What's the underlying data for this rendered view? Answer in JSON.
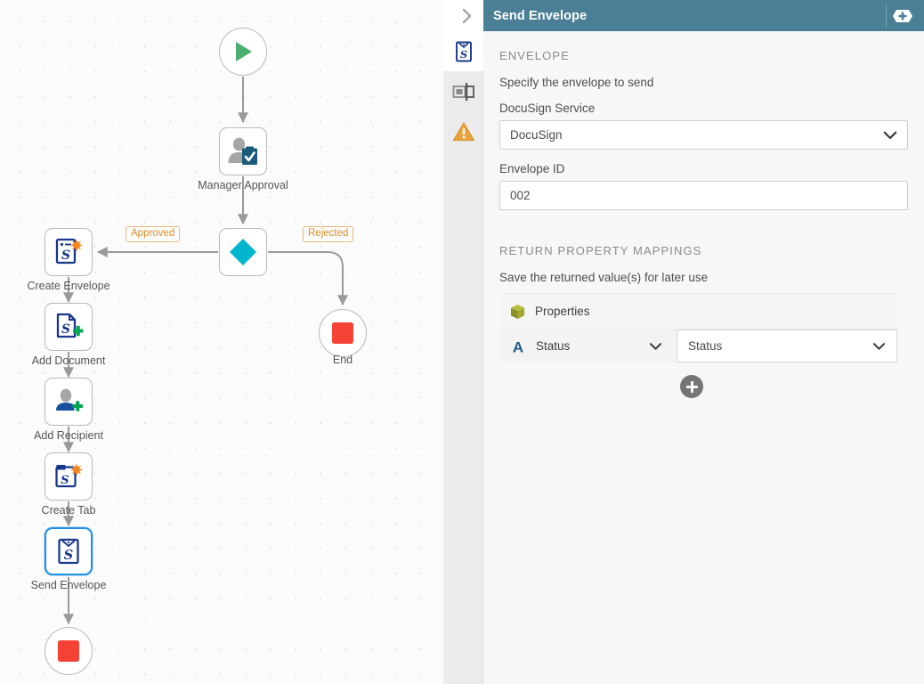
{
  "canvas": {
    "nodes": [
      {
        "id": "start",
        "label": "",
        "icon": "play-icon",
        "shape": "circle"
      },
      {
        "id": "manager-approval",
        "label": "Manager Approval",
        "icon": "user-approval-icon",
        "shape": "box"
      },
      {
        "id": "decision",
        "label": "",
        "icon": "decision-diamond-icon",
        "shape": "box"
      },
      {
        "id": "end",
        "label": "End",
        "icon": "stop-icon",
        "shape": "circle"
      },
      {
        "id": "create-envelope",
        "label": "Create Envelope",
        "icon": "docusign-create-envelope-icon",
        "shape": "box"
      },
      {
        "id": "add-document",
        "label": "Add Document",
        "icon": "docusign-add-document-icon",
        "shape": "box"
      },
      {
        "id": "add-recipient",
        "label": "Add Recipient",
        "icon": "docusign-add-recipient-icon",
        "shape": "box"
      },
      {
        "id": "create-tab",
        "label": "Create Tab",
        "icon": "docusign-create-tab-icon",
        "shape": "box"
      },
      {
        "id": "send-envelope",
        "label": "Send Envelope",
        "icon": "docusign-send-envelope-icon",
        "shape": "box",
        "selected": true
      },
      {
        "id": "end-2",
        "label": "",
        "icon": "stop-icon",
        "shape": "circle"
      }
    ],
    "edge_labels": [
      {
        "id": "approved",
        "text": "Approved"
      },
      {
        "id": "rejected",
        "text": "Rejected"
      }
    ],
    "colors": {
      "start_green": "#4caf6e",
      "stop_red": "#f44336",
      "decision_cyan": "#00b5cc",
      "edge_gray": "#9a9a9a",
      "edge_label_orange": "#d98c2b",
      "selection_blue": "#1e90e8",
      "docusign_blue": "#19388a",
      "accent_orange": "#f5861f",
      "accent_green": "#00a651"
    }
  },
  "panel": {
    "title": "Send Envelope",
    "collapse_icon": "chevron-right-icon",
    "add_icon": "add-badge-icon",
    "header_color": "#4a7f96",
    "rail": [
      {
        "id": "envelope",
        "icon": "docusign-envelope-icon",
        "active": true
      },
      {
        "id": "variables",
        "icon": "input-output-icon",
        "active": false
      },
      {
        "id": "warnings",
        "icon": "warning-triangle-icon",
        "active": false
      }
    ],
    "envelope_section": {
      "heading": "ENVELOPE",
      "description": "Specify the envelope to send",
      "service_label": "DocuSign Service",
      "service_value": "DocuSign",
      "envelope_id_label": "Envelope ID",
      "envelope_id_value": "002"
    },
    "mappings_section": {
      "heading": "RETURN PROPERTY MAPPINGS",
      "description": "Save the returned value(s) for later use",
      "group_label": "Properties",
      "group_icon": "cube-icon",
      "rows": [
        {
          "property": "Status",
          "property_type_icon": "string-type-icon",
          "target": "Status"
        }
      ],
      "add_row_icon": "plus-icon"
    }
  }
}
